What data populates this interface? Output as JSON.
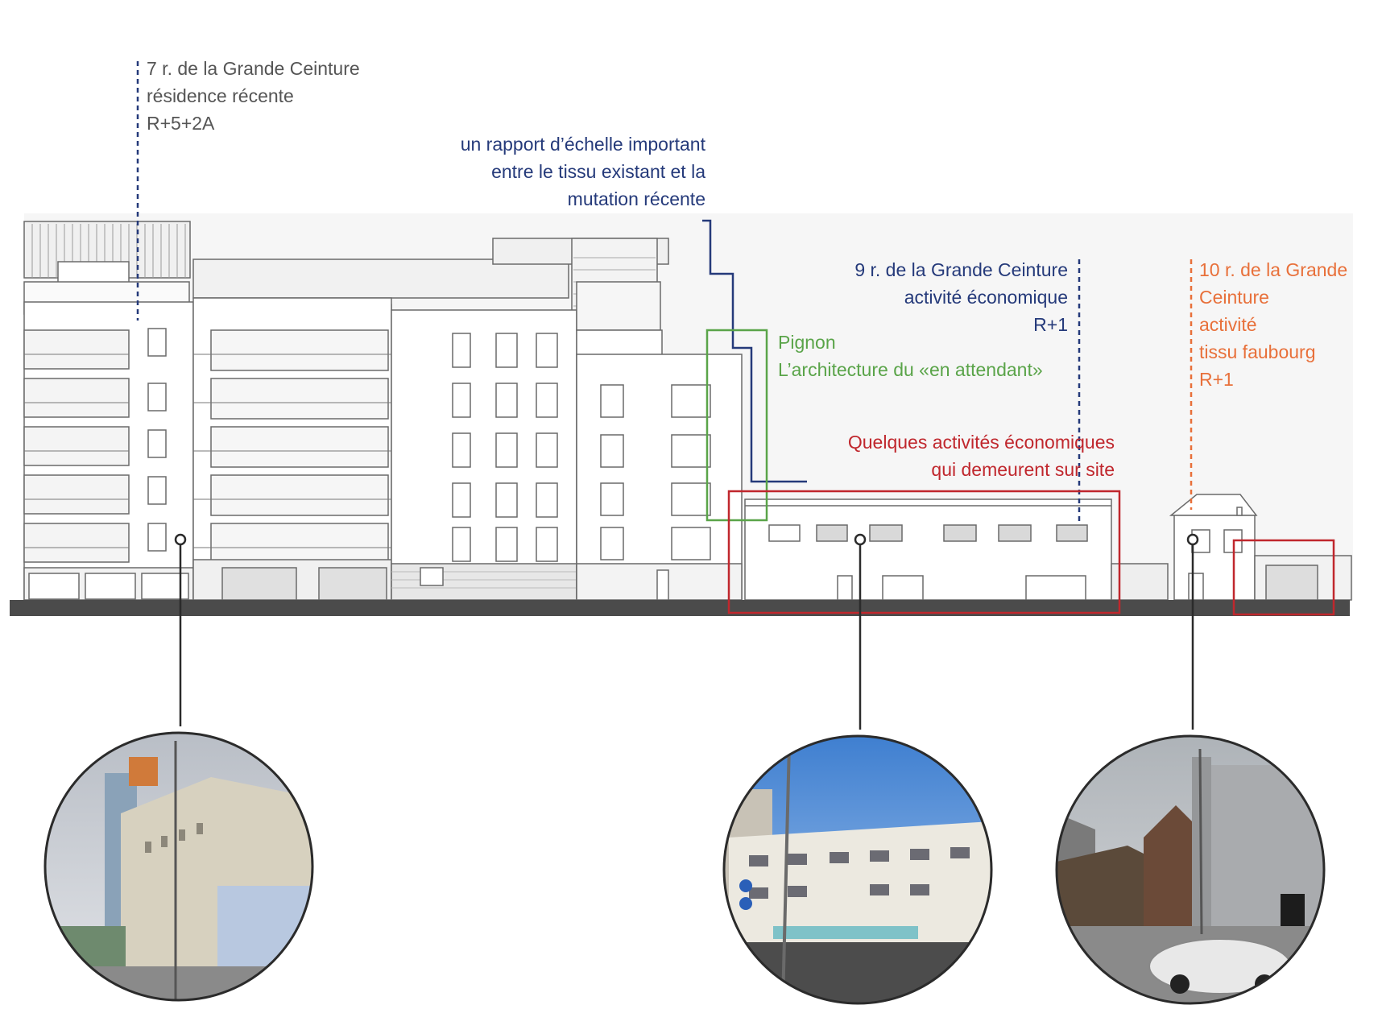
{
  "colors": {
    "grey_text": "#555555",
    "navy": "#253a7a",
    "green": "#5aa449",
    "red": "#c0272d",
    "orange": "#e8703a",
    "ground": "#4b4b4b"
  },
  "labels": {
    "residence": [
      "7 r. de la Grande Ceinture",
      "résidence récente",
      "R+5+2A"
    ],
    "scale_note": [
      "un rapport d’échelle important",
      "entre le tissu existant et la",
      "mutation récente"
    ],
    "activity_9": [
      "9 r. de la Grande Ceinture",
      "activité économique",
      "R+1"
    ],
    "activity_10": [
      "10 r. de la Grande",
      "Ceinture",
      "activité",
      "tissu faubourg",
      "R+1"
    ],
    "pignon": [
      "Pignon",
      "L’architecture du «en attendant»"
    ],
    "activities_site": [
      "Quelques activités économiques",
      "qui demeurent sur site"
    ]
  },
  "photos": {
    "left": "photo-warehouse-left",
    "middle": "photo-warehouse-middle",
    "right": "photo-house-right"
  }
}
